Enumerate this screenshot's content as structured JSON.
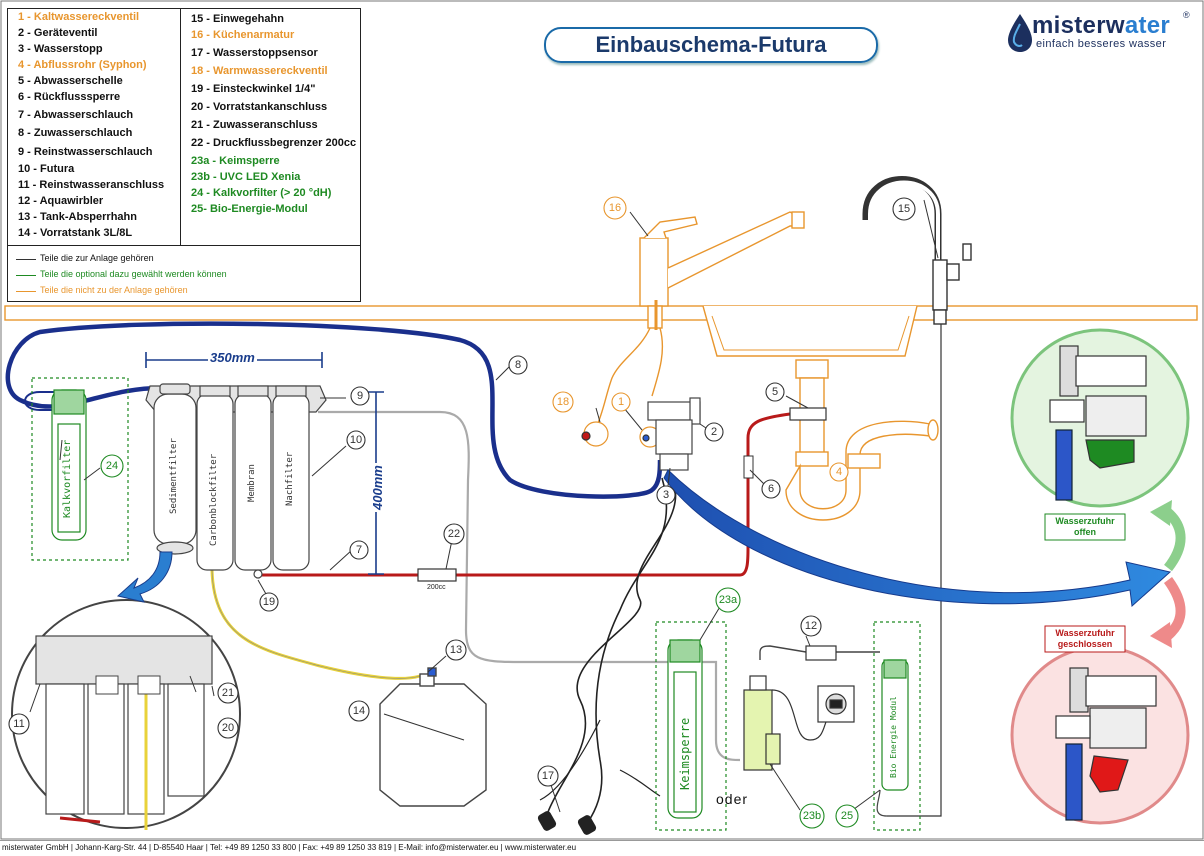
{
  "title": "Einbauschema-Futura",
  "brand": {
    "name_a": "misterw",
    "name_b": "ater",
    "reg": "®",
    "tagline": "einfach besseres wasser"
  },
  "legend": {
    "col1": [
      {
        "text": "1 - Kaltwassereckventil",
        "color": "orange"
      },
      {
        "text": "2 - Geräteventil",
        "color": "black"
      },
      {
        "text": "3 - Wasserstopp",
        "color": "black"
      },
      {
        "text": "4 - Abflussrohr (Syphon)",
        "color": "orange"
      },
      {
        "text": "5 - Abwasserschelle",
        "color": "black"
      },
      {
        "text": "6 - Rückflusssperre",
        "color": "black"
      },
      {
        "text": "7 - Abwasserschlauch",
        "color": "black"
      },
      {
        "text": "8 - Zuwasserschlauch",
        "color": "black"
      },
      {
        "text": "9 - Reinstwasserschlauch",
        "color": "black"
      },
      {
        "text": "10 - Futura",
        "color": "black"
      },
      {
        "text": "11 - Reinstwasseranschluss",
        "color": "black"
      },
      {
        "text": "12 - Aquawirbler",
        "color": "black"
      },
      {
        "text": "13 - Tank-Absperrhahn",
        "color": "black"
      },
      {
        "text": "14 - Vorratstank 3L/8L",
        "color": "black"
      }
    ],
    "col2": [
      {
        "text": "15 - Einwegehahn",
        "color": "black"
      },
      {
        "text": "16 - Küchenarmatur",
        "color": "orange"
      },
      {
        "text": "17 - Wasserstoppsensor",
        "color": "black"
      },
      {
        "text": "18 - Warmwassereckventil",
        "color": "orange"
      },
      {
        "text": "19 - Einsteckwinkel 1/4\"",
        "color": "black"
      },
      {
        "text": "20 - Vorratstankanschluss",
        "color": "black"
      },
      {
        "text": "21 - Zuwasseranschluss",
        "color": "black"
      },
      {
        "text": "22 - Druckflussbegrenzer 200cc",
        "color": "black"
      },
      {
        "text": "23a - Keimsperre",
        "color": "green"
      },
      {
        "text": "23b - UVC LED Xenia",
        "color": "green"
      },
      {
        "text": "24 - Kalkvorfilter (> 20 °dH)",
        "color": "green"
      },
      {
        "text": "25- Bio-Energie-Modul",
        "color": "green"
      }
    ],
    "key": [
      {
        "text": "Teile die zur Anlage gehören",
        "color": "#333333"
      },
      {
        "text": "Teile die optional dazu gewählt werden können",
        "color": "#1e8a22"
      },
      {
        "text": "Teile die nicht zu der Anlage gehören",
        "color": "#e8962e"
      }
    ]
  },
  "colors": {
    "orange": "#e8962e",
    "green": "#1e8a22",
    "blue": "#1a3d8c",
    "red": "#b81a1a",
    "yellow": "#e8d23a"
  },
  "dimensions": {
    "width": "350mm",
    "height": "400mm"
  },
  "filters": [
    "Sedimentfilter",
    "Carbonblockfilter",
    "Membran",
    "Nachfilter"
  ],
  "option_labels": {
    "kalk": "Kalkvorfilter",
    "keim": "Keimsperre",
    "bio": "Bio Energie Modul"
  },
  "flow_limiter": "200cc",
  "oder": "oder",
  "state_open": "Wasserzufuhr offen",
  "state_closed": "Wasserzufuhr geschlossen",
  "callouts": {
    "n1": "1",
    "n2": "2",
    "n3": "3",
    "n4": "4",
    "n5": "5",
    "n6": "6",
    "n7": "7",
    "n8": "8",
    "n9": "9",
    "n10": "10",
    "n11": "11",
    "n12": "12",
    "n13": "13",
    "n14": "14",
    "n15": "15",
    "n16": "16",
    "n17": "17",
    "n18": "18",
    "n19": "19",
    "n20": "20",
    "n21": "21",
    "n22": "22",
    "n23a": "23a",
    "n23b": "23b",
    "n24": "24",
    "n25": "25"
  },
  "footer": "misterwater GmbH | Johann-Karg-Str. 44 | D-85540 Haar | Tel: +49 89 1250 33 800 | Fax: +49 89 1250 33 819 | E-Mail: info@misterwater.eu | www.misterwater.eu"
}
